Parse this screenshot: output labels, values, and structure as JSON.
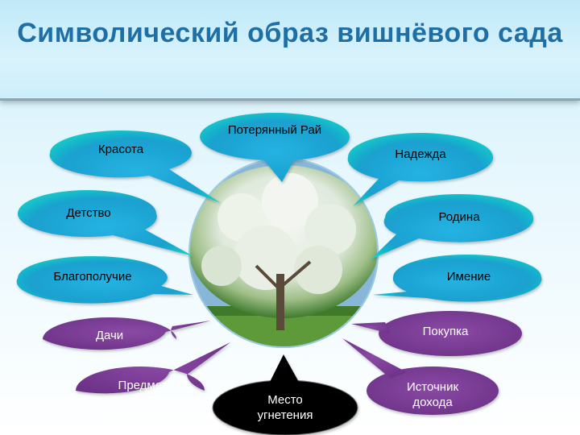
{
  "title": "Символический образ вишнёвого сада",
  "center": {
    "image": "cherry-tree-photo"
  },
  "bubbles": [
    {
      "id": "krasota",
      "label": "Красота",
      "color": "#1aa0cf"
    },
    {
      "id": "raj",
      "label": "Потерянный Рай",
      "color": "#1aa0cf"
    },
    {
      "id": "nadezhda",
      "label": "Надежда",
      "color": "#1aa0cf"
    },
    {
      "id": "detstvo",
      "label": "Детство",
      "color": "#1aa0cf"
    },
    {
      "id": "rodina",
      "label": "Родина",
      "color": "#1aa0cf"
    },
    {
      "id": "blagopoluchie",
      "label": "Благополучие",
      "color": "#1aa0cf"
    },
    {
      "id": "imenie",
      "label": "Имение",
      "color": "#1aa0cf"
    },
    {
      "id": "dachi",
      "label": "Дачи",
      "color": "#7b3c94"
    },
    {
      "id": "pokupka",
      "label": "Покупка",
      "color": "#7b3c94"
    },
    {
      "id": "gordost",
      "label": "Предмет гордости",
      "color": "#7b3c94"
    },
    {
      "id": "dohod",
      "label": "Источник дохода",
      "color": "#7b3c94"
    },
    {
      "id": "ugnetenie",
      "label": "Место угнетения",
      "color": "#000000"
    }
  ]
}
